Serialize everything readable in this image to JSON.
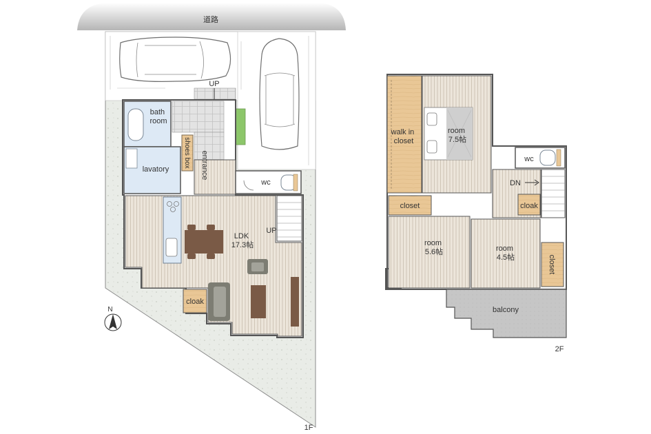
{
  "road": "道路",
  "colors": {
    "floor_wood": "#ece5da",
    "floor_line": "#c9bfb1",
    "tile": "#e3e3e3",
    "tile_line": "#bdbdbd",
    "bath_blue": "#dde9f5",
    "closet_wood": "#e9c796",
    "balcony": "#c6c6c6",
    "yard": "#e8ebe6",
    "wall": "#555555",
    "road": "#bfbfbf",
    "grass": "#8cc66a",
    "dining_table": "#7a5a46",
    "sofa": "#7d7d73"
  },
  "floor1": {
    "label": "1F",
    "rooms": {
      "bath": "bath\nroom",
      "lavatory": "lavatory",
      "shoes_box": "shoes box",
      "entrance": "entrance",
      "wc": "wc",
      "ldk": "LDK\n17.3帖",
      "cloak": "cloak"
    },
    "stair_up_entrance": "UP",
    "stair_up_ldk": "UP",
    "compass": "N"
  },
  "floor2": {
    "label": "2F",
    "rooms": {
      "walkin": "walk in\ncloset",
      "room1": "room\n7.5帖",
      "wc": "wc",
      "dn": "DN",
      "cloak": "cloak",
      "closet": "closet",
      "room2": "room\n5.6帖",
      "room3": "room\n4.5帖",
      "closet2": "closet",
      "balcony": "balcony"
    }
  }
}
